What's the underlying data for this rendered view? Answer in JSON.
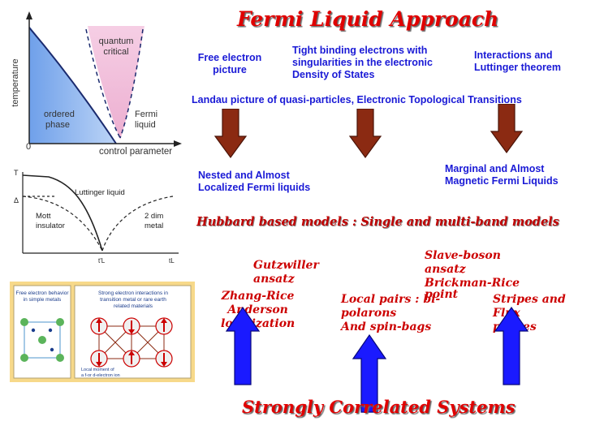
{
  "title": "Fermi Liquid  Approach",
  "top_labels": {
    "free_electron": [
      "Free electron",
      "picture"
    ],
    "tight_binding": [
      "Tight binding electrons with",
      "singularities in the electronic",
      "Density of States"
    ],
    "interactions": [
      "Interactions and",
      "Luttinger theorem"
    ],
    "landau": "Landau picture of quasi-particles, Electronic Topological Transitions",
    "nested": [
      "Nested and Almost",
      "Localized Fermi liquids"
    ],
    "marginal": [
      "Marginal and Almost",
      "Magnetic Fermi Liquids"
    ]
  },
  "hubbard_title": "Hubbard based models : Single and multi-band models",
  "methods": {
    "gutzwiller": [
      "Gutzwiller",
      "ansatz"
    ],
    "slave_boson": [
      "Slave-boson",
      "ansatz",
      "Brickman-Rice",
      "point"
    ],
    "zhang_rice": [
      "Zhang-Rice",
      "Anderson",
      "localization"
    ],
    "local_pairs": [
      "Local pairs : bi-",
      "polarons",
      "And spin-bags"
    ],
    "stripes": [
      "Stripes and",
      "Flux",
      "phases"
    ]
  },
  "bottom_title": "Strongly Correlated Systems",
  "phase_diagram": {
    "ylabel": "temperature",
    "xlabel": "control parameter",
    "origin": "0",
    "quantum_critical": [
      "quantum",
      "critical"
    ],
    "ordered_phase": [
      "ordered",
      "phase"
    ],
    "fermi_liquid": [
      "Fermi",
      "liquid"
    ]
  },
  "luttinger_diagram": {
    "t_label": "T",
    "delta_label": "Δ",
    "luttinger": "Luttinger liquid",
    "mott": [
      "Mott",
      "insulator"
    ],
    "metal": [
      "2 dim",
      "metal"
    ],
    "tl1": "t'L",
    "tl2": "tL"
  },
  "electron_image": {
    "left_caption": [
      "Free electron behavior",
      "in simple metals"
    ],
    "right_caption": [
      "Strong electron interactions in",
      "transition metal or rare earth",
      "related materials"
    ],
    "moment_caption": [
      "Local moment of",
      "a f-or d-electron ion"
    ]
  },
  "colors": {
    "title_red": "#e00000",
    "label_blue": "#1a1ad6",
    "down_arrow": "#8b2a12",
    "up_arrow": "#1a1aff"
  }
}
